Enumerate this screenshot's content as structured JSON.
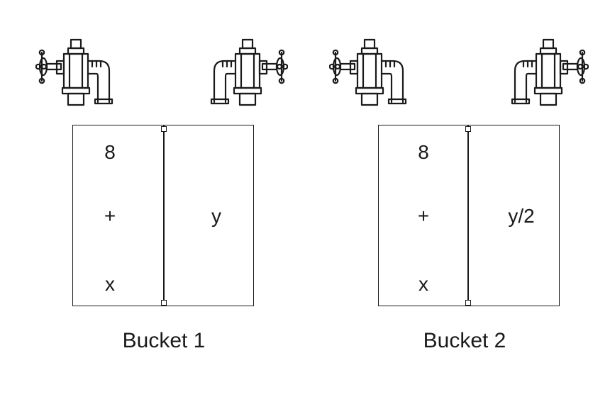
{
  "buckets": [
    {
      "label": "Bucket 1",
      "left_top": "8",
      "left_middle": "+",
      "left_bottom": "x",
      "right_value": "y"
    },
    {
      "label": "Bucket 2",
      "left_top": "8",
      "left_middle": "+",
      "left_bottom": "x",
      "right_value": "y/2"
    }
  ],
  "icons": {
    "faucet": "faucet-valve-icon"
  },
  "colors": {
    "stroke": "#1a1a1a",
    "background": "#ffffff"
  }
}
